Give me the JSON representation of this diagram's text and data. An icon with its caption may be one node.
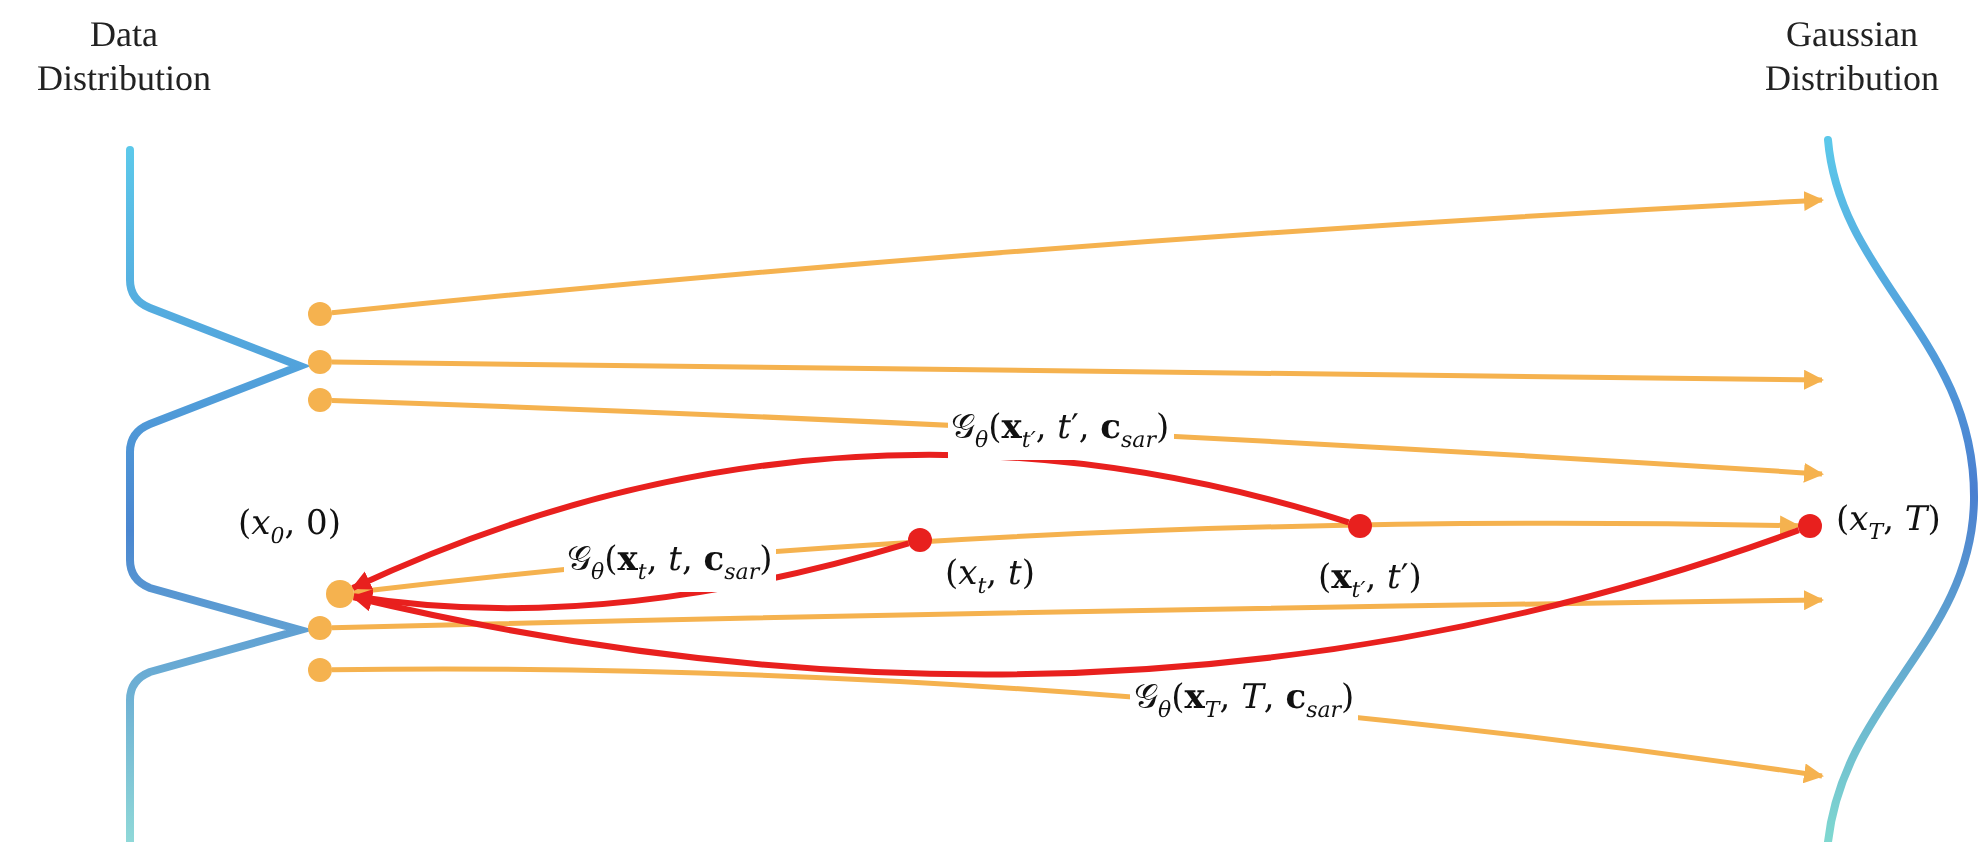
{
  "diagram": {
    "nodes": [
      {
        "text": [],
        "shape": "circle"
      },
      {
        "text": [],
        "shape": "circle"
      },
      {
        "text": [],
        "shape": "circle"
      },
      {
        "text": [],
        "shape": "circle",
        "beside": [
          "(*x*$_{0}$, 0)"
        ]
      },
      {
        "text": [],
        "shape": "circle"
      },
      {
        "text": [],
        "shape": "circle"
      },
      {
        "text": [],
        "shape": "circle",
        "beside": [
          "(*x*$_{t}$, *t*)"
        ]
      },
      {
        "text": [],
        "shape": "circle",
        "beside": [
          "(**x**$_{t′}$, *t*′)"
        ]
      },
      {
        "text": [],
        "shape": "circle",
        "beside": [
          "(*x*$_{T}$, *T*)"
        ]
      },
      {
        "text": [],
        "shape": "curve"
      }
    ],
    "edges": [
      {
        "from": 0,
        "to": 9,
        "arrow": "to"
      },
      {
        "from": 1,
        "to": 9,
        "arrow": "to"
      },
      {
        "from": 2,
        "to": 9,
        "arrow": "to"
      },
      {
        "from": 3,
        "to": 8,
        "arrow": "to"
      },
      {
        "from": 4,
        "to": 9,
        "arrow": "to"
      },
      {
        "from": 5,
        "to": 9,
        "arrow": "to"
      },
      {
        "from": 7,
        "to": 3,
        "arrow": "to",
        "label": "𝒢$_{θ}$(**x**$_{t′}$, *t*′, **c**$_{sar}$)",
        "color": "#e8201e"
      },
      {
        "from": 6,
        "to": 3,
        "arrow": "to",
        "label": "𝒢$_{θ}$(**x**$_{t}$, *t*, **c**$_{sar}$)",
        "color": "#e8201e"
      },
      {
        "from": 8,
        "to": 3,
        "arrow": "to",
        "label": "𝒢$_{θ}$(**x**$_{T}$, *T*, **c**$_{sar}$)",
        "color": "#e8201e"
      }
    ],
    "labels": [
      "Data Distribution",
      "Gaussian Distribution"
    ]
  }
}
